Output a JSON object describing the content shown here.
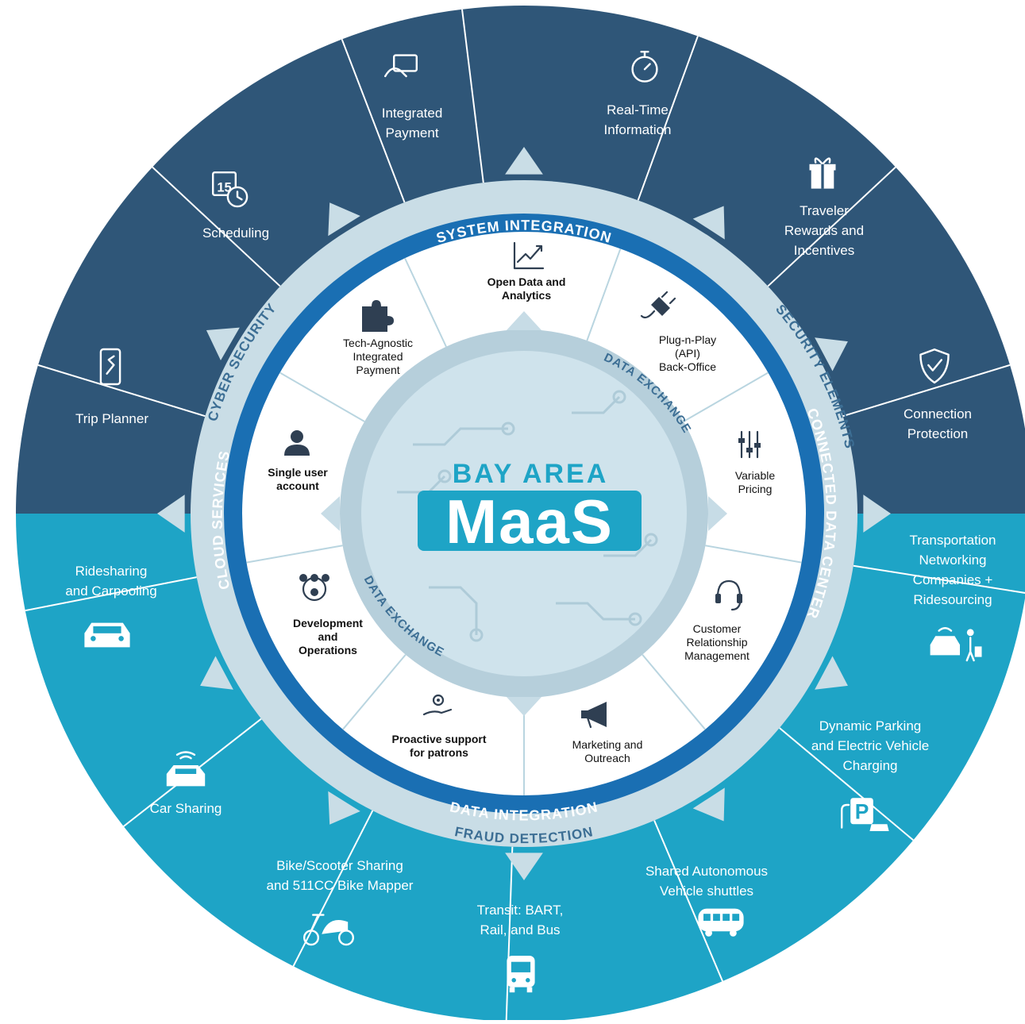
{
  "colors": {
    "top_half": "#2f5678",
    "bottom_half": "#1ea4c6",
    "gray_ring": "#c9dde6",
    "blue_ring": "#1a6fb3",
    "inner_white": "#ffffff",
    "core": "#cfe3ec",
    "brand_bg": "#1ea4c6"
  },
  "outer_services": [
    {
      "label": "Integrated\nPayment",
      "icon": "card-tap-icon"
    },
    {
      "label": "Real-Time\nInformation",
      "icon": "stopwatch-icon"
    },
    {
      "label": "Traveler\nRewards and\nIncentives",
      "icon": "gift-icon"
    },
    {
      "label": "Connection\nProtection",
      "icon": "shield-check-icon"
    },
    {
      "label": "Transportation\nNetworking\nCompanies +\nRidesourcing",
      "icon": "rideshare-icon"
    },
    {
      "label": "Dynamic Parking\nand Electric Vehicle\nCharging",
      "icon": "ev-parking-icon"
    },
    {
      "label": "Shared Autonomous\nVehicle shuttles",
      "icon": "shuttle-icon"
    },
    {
      "label": "Transit: BART,\nRail, and Bus",
      "icon": "bus-icon"
    },
    {
      "label": "Bike/Scooter Sharing\nand 511CC Bike Mapper",
      "icon": "scooter-icon"
    },
    {
      "label": "Car Sharing",
      "icon": "car-wifi-icon"
    },
    {
      "label": "Ridesharing\nand Carpooling",
      "icon": "car-icon"
    },
    {
      "label": "Trip Planner",
      "icon": "phone-map-icon"
    },
    {
      "label": "Scheduling",
      "icon": "calendar-clock-icon"
    }
  ],
  "inner_features": [
    {
      "label": "Open Data and\nAnalytics",
      "icon": "chart-trend-icon"
    },
    {
      "label": "Plug-n-Play\n(API)\nBack-Office",
      "icon": "plug-icon"
    },
    {
      "label": "Variable\nPricing",
      "icon": "sliders-icon"
    },
    {
      "label": "Customer\nRelationship\nManagement",
      "icon": "headset-icon"
    },
    {
      "label": "Marketing and\nOutreach",
      "icon": "megaphone-icon"
    },
    {
      "label": "Proactive support\nfor patrons",
      "icon": "hand-gear-icon"
    },
    {
      "label": "Development\nand\nOperations",
      "icon": "team-gear-icon"
    },
    {
      "label": "Single user\naccount",
      "icon": "user-icon"
    },
    {
      "label": "Tech-Agnostic\nIntegrated\nPayment",
      "icon": "puzzle-icon"
    }
  ],
  "ring_labels": {
    "system_integration": "SYSTEM INTEGRATION",
    "connected_data_center": "CONNECTED DATA CENTER",
    "data_integration": "DATA INTEGRATION",
    "cloud_services": "CLOUD SERVICES",
    "cyber_security": "CYBER SECURITY",
    "security_elements": "SECURITY ELEMENTS",
    "fraud_detection": "FRAUD DETECTION",
    "data_exchange_top": "DATA EXCHANGE",
    "data_exchange_bottom": "DATA EXCHANGE"
  },
  "brand": {
    "top": "BAY AREA",
    "main": "MaaS"
  }
}
